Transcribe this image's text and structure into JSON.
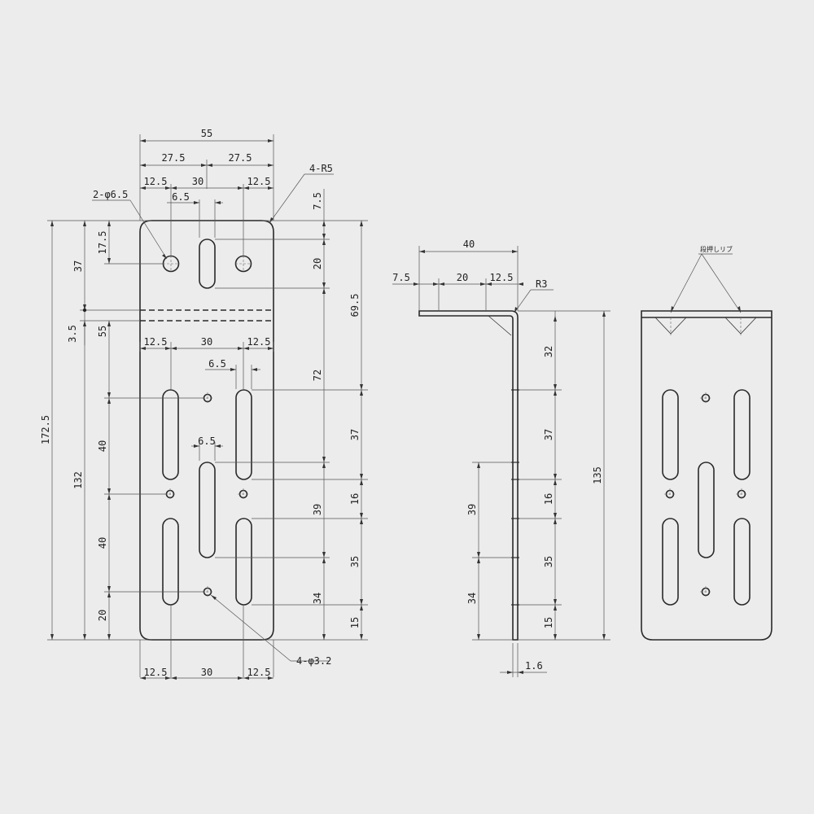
{
  "front_view": {
    "width": "55",
    "half_left": "27.5",
    "half_right": "27.5",
    "top_left_offset": "12.5",
    "top_center_spacing": "30",
    "top_right_offset": "12.5",
    "top_slot_width": "6.5",
    "mid_left_offset": "12.5",
    "mid_center_spacing": "30",
    "mid_right_offset": "12.5",
    "mid_slot_width_a": "6.5",
    "mid_slot_width_b": "6.5",
    "bottom_left_offset": "12.5",
    "bottom_center_spacing": "30",
    "bottom_right_offset": "12.5",
    "hole_callout_top": "2-φ6.5",
    "radius_callout": "4-R5",
    "hole_callout_bottom": "4-φ3.2",
    "total_height": "172.5",
    "height_37": "37",
    "height_132": "132",
    "height_3_5": "3.5",
    "height_17_5": "17.5",
    "height_55": "55",
    "height_40_a": "40",
    "height_40_b": "40",
    "height_20_left": "20",
    "right_7_5": "7.5",
    "right_20": "20",
    "right_72": "72",
    "right_39": "39",
    "right_34": "34",
    "right_69_5": "69.5",
    "right_37": "37",
    "right_16": "16",
    "right_35": "35",
    "right_15": "15"
  },
  "side_view": {
    "flange_width": "40",
    "flange_7_5": "7.5",
    "flange_20": "20",
    "flange_12_5": "12.5",
    "bend_radius": "R3",
    "seg_32": "32",
    "seg_37": "37",
    "seg_16": "16",
    "seg_35": "35",
    "seg_15": "15",
    "total_135": "135",
    "left_39": "39",
    "left_34": "34",
    "thickness": "1.6"
  },
  "rear_view": {
    "rib_note": "段押しリブ"
  }
}
